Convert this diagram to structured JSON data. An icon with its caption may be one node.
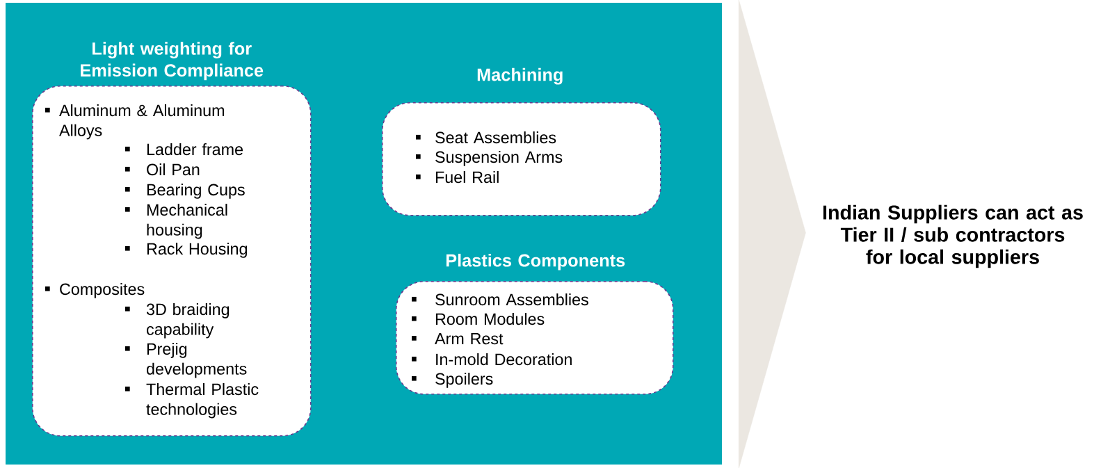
{
  "diagram": {
    "nodes": [
      {
        "text": [],
        "shape": "box"
      },
      {
        "text": [
          "Light weighting for Emission Compliance",
          "Aluminum & Aluminum Alloys",
          "Ladder frame",
          "Oil Pan",
          "Bearing Cups",
          "Mechanical housing",
          "Rack Housing",
          "Composites",
          "3D braiding capability",
          "Prejig developments",
          "Thermal Plastic technologies"
        ],
        "in": 0
      },
      {
        "text": [
          "Machining",
          "Seat Assemblies",
          "Suspension Arms",
          "Fuel Rail"
        ],
        "in": 0
      },
      {
        "text": [
          "Plastics Components",
          "Sunroom Assemblies",
          "Room Modules",
          "Arm Rest",
          "In-mold Decoration",
          "Spoilers"
        ],
        "in": 0
      },
      {
        "text": [
          "Indian Suppliers can act as Tier II / sub contractors for local suppliers"
        ]
      }
    ],
    "edges": [
      {
        "from": 0,
        "to": 4,
        "arrow": "to"
      }
    ]
  }
}
